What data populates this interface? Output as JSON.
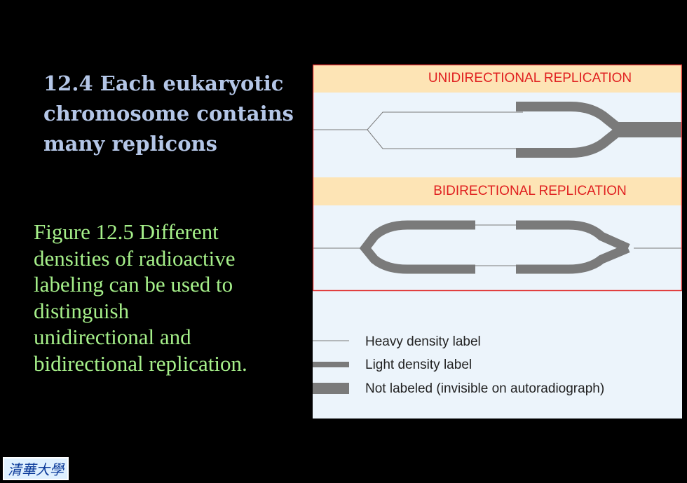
{
  "heading_lines": [
    "12.4 Each eukaryotic",
    "chromosome contains",
    "many replicons"
  ],
  "caption_lines": [
    "Figure 12.5 Different",
    "densities of radioactive",
    "labeling can be used to",
    "distinguish",
    "unidirectional and",
    "bidirectional replication."
  ],
  "diagram": {
    "panels": [
      {
        "title": "UNIDIRECTIONAL REPLICATION"
      },
      {
        "title": "BIDIRECTIONAL REPLICATION"
      }
    ],
    "legend": [
      {
        "label": "Heavy density label",
        "line": "thin"
      },
      {
        "label": "Light density label",
        "line": "medium"
      },
      {
        "label": "Not labeled (invisible on autoradiograph)",
        "line": "thick"
      }
    ]
  },
  "colors": {
    "background": "#000000",
    "heading": "#b4c6e7",
    "caption": "#a6f08a",
    "panel_title_bg": "#fde4b5",
    "panel_title_text": "#e02020",
    "panel_border": "#e03030",
    "diagram_bg": "#ecf4fb",
    "strand_gray": "#7a7a7a"
  },
  "logo": {
    "text": "清華大學",
    "icon": "tsinghua-university-logo"
  }
}
